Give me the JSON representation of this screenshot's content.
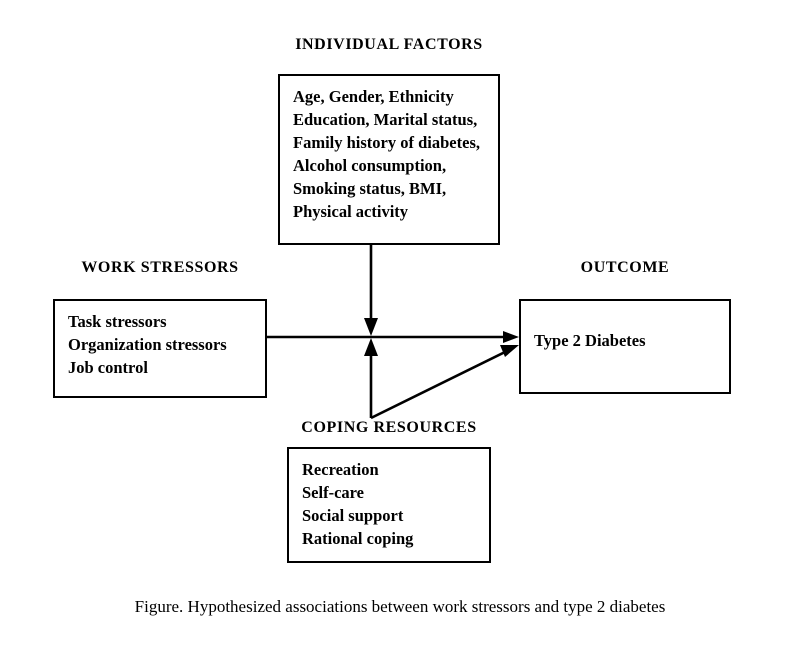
{
  "figure": {
    "caption": "Figure. Hypothesized associations between work stressors and type 2 diabetes",
    "background_color": "#ffffff",
    "line_color": "#000000"
  },
  "sections": {
    "individual_factors": {
      "label": "INDIVIDUAL FACTORS",
      "items_text": "Age, Gender, Ethnicity\nEducation, Marital status,\nFamily history of diabetes,\nAlcohol consumption,\nSmoking status, BMI,\nPhysical activity",
      "items": [
        "Age, Gender, Ethnicity",
        "Education, Marital status,",
        "Family history of diabetes,",
        "Alcohol consumption,",
        "Smoking status, BMI,",
        "Physical activity"
      ]
    },
    "work_stressors": {
      "label": "WORK STRESSORS",
      "items_text": "Task stressors\nOrganization stressors\nJob control",
      "items": [
        "Task stressors",
        "Organization stressors",
        "Job control"
      ]
    },
    "outcome": {
      "label": "OUTCOME",
      "items_text": "Type 2 Diabetes",
      "items": [
        "Type 2 Diabetes"
      ]
    },
    "coping_resources": {
      "label": "COPING RESOURCES",
      "items_text": "Recreation\nSelf-care\nSocial support\nRational coping",
      "items": [
        "Recreation",
        "Self-care",
        "Social support",
        "Rational coping"
      ]
    }
  },
  "chart_data": {
    "type": "diagram",
    "title": "Figure. Hypothesized associations between work stressors and type 2 diabetes",
    "nodes": [
      {
        "id": "individual_factors",
        "label": "INDIVIDUAL FACTORS",
        "contents": [
          "Age, Gender, Ethnicity",
          "Education, Marital status,",
          "Family history of diabetes,",
          "Alcohol consumption,",
          "Smoking status, BMI,",
          "Physical activity"
        ]
      },
      {
        "id": "work_stressors",
        "label": "WORK STRESSORS",
        "contents": [
          "Task stressors",
          "Organization stressors",
          "Job control"
        ]
      },
      {
        "id": "outcome",
        "label": "OUTCOME",
        "contents": [
          "Type 2 Diabetes"
        ]
      },
      {
        "id": "coping_resources",
        "label": "COPING RESOURCES",
        "contents": [
          "Recreation",
          "Self-care",
          "Social support",
          "Rational coping"
        ]
      }
    ],
    "edges": [
      {
        "from": "work_stressors",
        "to": "outcome",
        "style": "horizontal-arrow",
        "arrowhead": true
      },
      {
        "from": "individual_factors",
        "to": "work_stressors_to_outcome_path",
        "style": "vertical-arrow-down",
        "arrowhead": true
      },
      {
        "from": "coping_resources",
        "to": "work_stressors_to_outcome_path",
        "style": "vertical-arrow-up",
        "arrowhead": true
      },
      {
        "from": "coping_resources",
        "to": "outcome",
        "style": "diagonal-arrow",
        "arrowhead": true
      }
    ]
  }
}
